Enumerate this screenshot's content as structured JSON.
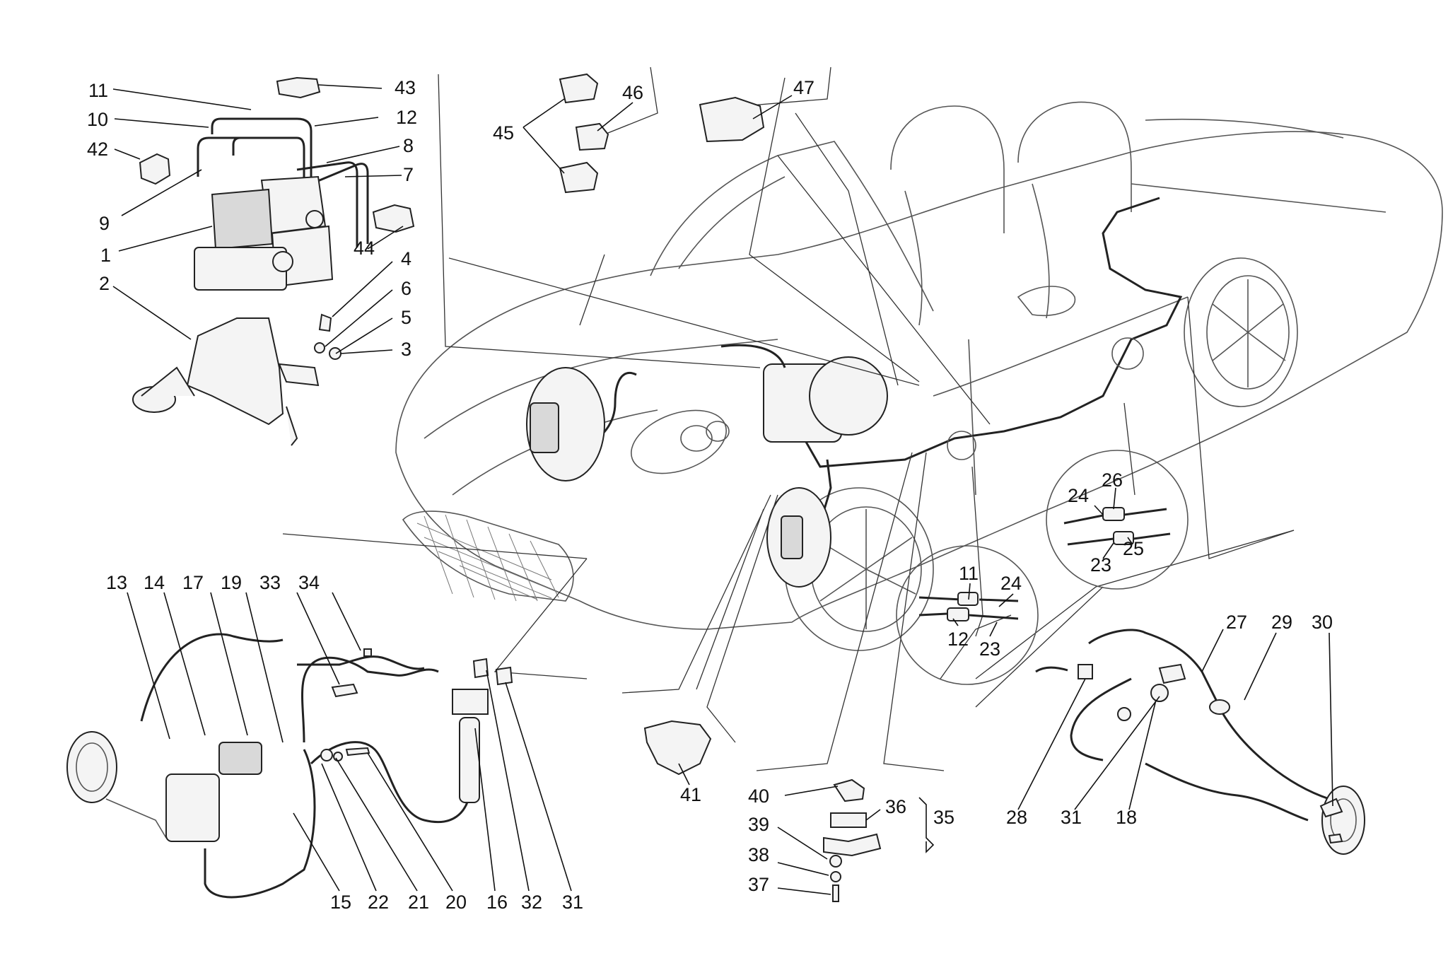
{
  "diagram": {
    "callouts": [
      {
        "id": "c11a",
        "label": "11"
      },
      {
        "id": "c10",
        "label": "10"
      },
      {
        "id": "c42",
        "label": "42"
      },
      {
        "id": "c9",
        "label": "9"
      },
      {
        "id": "c1",
        "label": "1"
      },
      {
        "id": "c2",
        "label": "2"
      },
      {
        "id": "c43",
        "label": "43"
      },
      {
        "id": "c12a",
        "label": "12"
      },
      {
        "id": "c8",
        "label": "8"
      },
      {
        "id": "c7",
        "label": "7"
      },
      {
        "id": "c44",
        "label": "44"
      },
      {
        "id": "c4",
        "label": "4"
      },
      {
        "id": "c6",
        "label": "6"
      },
      {
        "id": "c5",
        "label": "5"
      },
      {
        "id": "c3",
        "label": "3"
      },
      {
        "id": "c45",
        "label": "45"
      },
      {
        "id": "c46",
        "label": "46"
      },
      {
        "id": "c47",
        "label": "47"
      },
      {
        "id": "c13",
        "label": "13"
      },
      {
        "id": "c14",
        "label": "14"
      },
      {
        "id": "c17",
        "label": "17"
      },
      {
        "id": "c19",
        "label": "19"
      },
      {
        "id": "c33",
        "label": "33"
      },
      {
        "id": "c34",
        "label": "34"
      },
      {
        "id": "c15",
        "label": "15"
      },
      {
        "id": "c22",
        "label": "22"
      },
      {
        "id": "c21",
        "label": "21"
      },
      {
        "id": "c20",
        "label": "20"
      },
      {
        "id": "c16",
        "label": "16"
      },
      {
        "id": "c32",
        "label": "32"
      },
      {
        "id": "c31a",
        "label": "31"
      },
      {
        "id": "c41",
        "label": "41"
      },
      {
        "id": "c40",
        "label": "40"
      },
      {
        "id": "c36",
        "label": "36"
      },
      {
        "id": "c35",
        "label": "35"
      },
      {
        "id": "c39",
        "label": "39"
      },
      {
        "id": "c38",
        "label": "38"
      },
      {
        "id": "c37",
        "label": "37"
      },
      {
        "id": "c11b",
        "label": "11"
      },
      {
        "id": "c24a",
        "label": "24"
      },
      {
        "id": "c12b",
        "label": "12"
      },
      {
        "id": "c23a",
        "label": "23"
      },
      {
        "id": "c26",
        "label": "26"
      },
      {
        "id": "c24b",
        "label": "24"
      },
      {
        "id": "c25",
        "label": "25"
      },
      {
        "id": "c23b",
        "label": "23"
      },
      {
        "id": "c27",
        "label": "27"
      },
      {
        "id": "c29",
        "label": "29"
      },
      {
        "id": "c30",
        "label": "30"
      },
      {
        "id": "c28",
        "label": "28"
      },
      {
        "id": "c31b",
        "label": "31"
      },
      {
        "id": "c18",
        "label": "18"
      }
    ]
  }
}
